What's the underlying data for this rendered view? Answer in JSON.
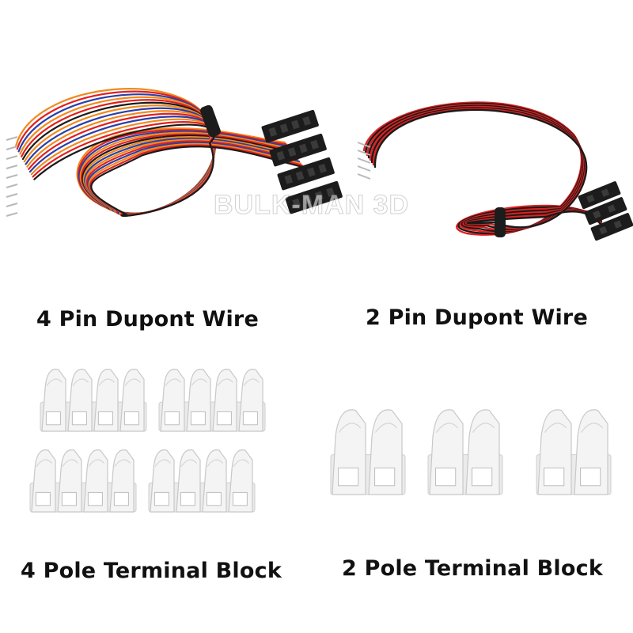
{
  "watermark": "BULK-MAN 3D",
  "captions": {
    "four_pin_wire": "4 Pin Dupont Wire",
    "two_pin_wire": "2 Pin Dupont Wire",
    "four_pole_block": "4 Pole Terminal Block",
    "two_pole_block": "2 Pole Terminal Block"
  },
  "colors": {
    "wire_red": "#e02020",
    "wire_orange": "#f08a1c",
    "wire_blue": "#2a3fa8",
    "wire_black": "#1a1a1a",
    "connector_black": "#1c1c1c",
    "terminal_white": "#f4f4f4"
  }
}
